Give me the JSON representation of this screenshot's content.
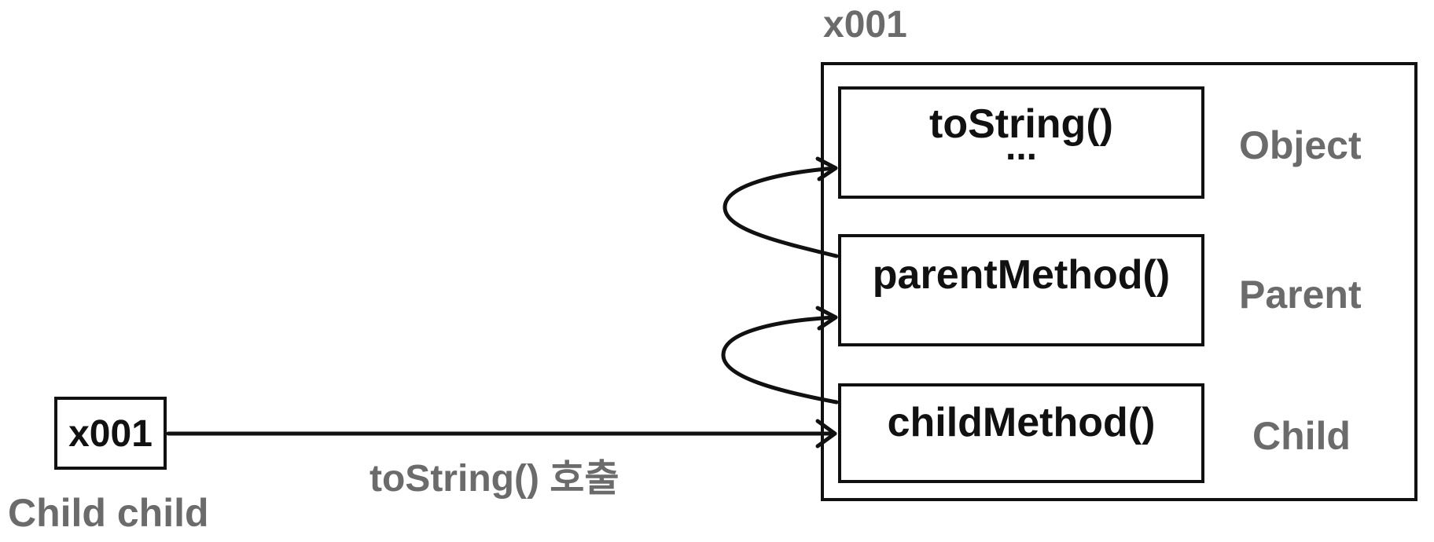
{
  "instance_address": "x001",
  "reference": {
    "value": "x001",
    "variable_label": "Child child"
  },
  "call_label": "toString() 호출",
  "layers": [
    {
      "class_name": "Object",
      "methods": [
        "toString()",
        "..."
      ]
    },
    {
      "class_name": "Parent",
      "methods": [
        "parentMethod()"
      ]
    },
    {
      "class_name": "Child",
      "methods": [
        "childMethod()"
      ]
    }
  ],
  "colors": {
    "stroke": "#111111",
    "label_gray": "#6b6b6b",
    "background": "#ffffff"
  }
}
